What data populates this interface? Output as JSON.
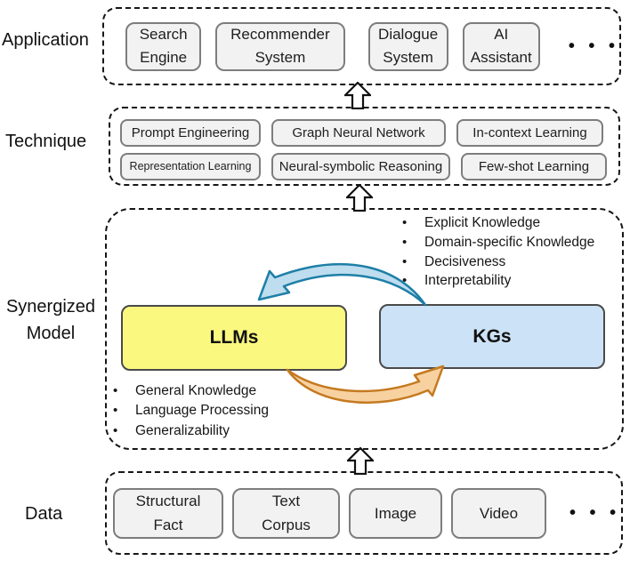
{
  "application": {
    "label": "Application",
    "items": [
      "Search\nEngine",
      "Recommender\nSystem",
      "Dialogue\nSystem",
      "AI\nAssistant"
    ],
    "ellipsis": "• • •"
  },
  "technique": {
    "label": "Technique",
    "row1": [
      "Prompt Engineering",
      "Graph Neural Network",
      "In-context Learning"
    ],
    "row2": [
      "Representation Learning",
      "Neural-symbolic Reasoning",
      "Few-shot Learning"
    ]
  },
  "synergized": {
    "label": "Synergized\nModel",
    "llms_label": "LLMs",
    "kgs_label": "KGs",
    "kg_benefits": [
      "Explicit Knowledge",
      "Domain-specific Knowledge",
      "Decisiveness",
      "Interpretability"
    ],
    "llm_benefits": [
      "General Knowledge",
      "Language Processing",
      "Generalizability"
    ]
  },
  "data_layer": {
    "label": "Data",
    "items": [
      "Structural\nFact",
      "Text\nCorpus",
      "Image",
      "Video"
    ],
    "ellipsis": "• • •"
  },
  "colors": {
    "llms_fill": "#FAF87F",
    "kgs_fill": "#CCE2F6",
    "blue_arrow_fill": "#BEDDEE",
    "blue_arrow_stroke": "#1E7FA7",
    "orange_arrow_fill": "#F8D1A0",
    "orange_arrow_stroke": "#C47A20",
    "node_fill": "#F2F2F2",
    "node_border": "#7D7D7D"
  }
}
